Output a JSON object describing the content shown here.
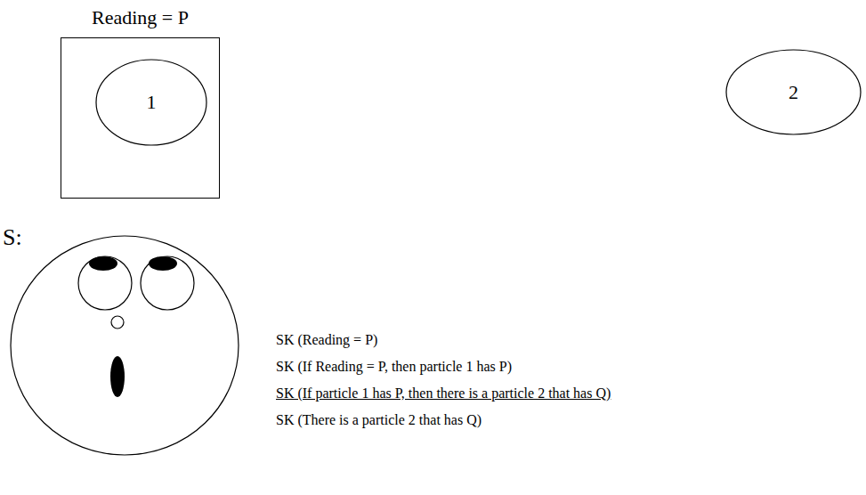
{
  "diagram": {
    "nodes": [
      {
        "text": [
          "Reading = P"
        ]
      },
      {
        "text": [
          "1"
        ],
        "in": 0
      },
      {
        "text": [
          "2"
        ]
      }
    ],
    "labels": [
      "S:",
      "SK (Reading = P)",
      "SK (If Reading = P, then particle 1 has P)",
      "SK (If particle 1 has P, then there is a particle 2 that has Q)",
      "SK (There is a particle 2 that has Q)"
    ]
  }
}
